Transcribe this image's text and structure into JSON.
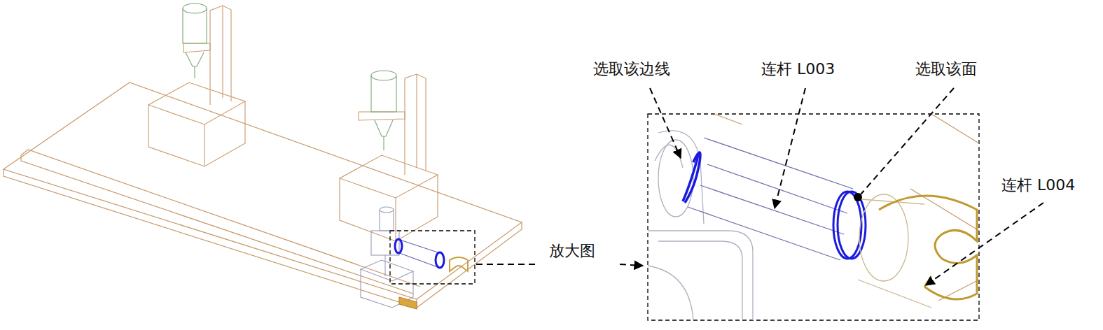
{
  "diagram": {
    "labels": [
      "选取该边线",
      "连杆 L003",
      "选取该面",
      "连杆 L004",
      "放大图"
    ]
  }
}
